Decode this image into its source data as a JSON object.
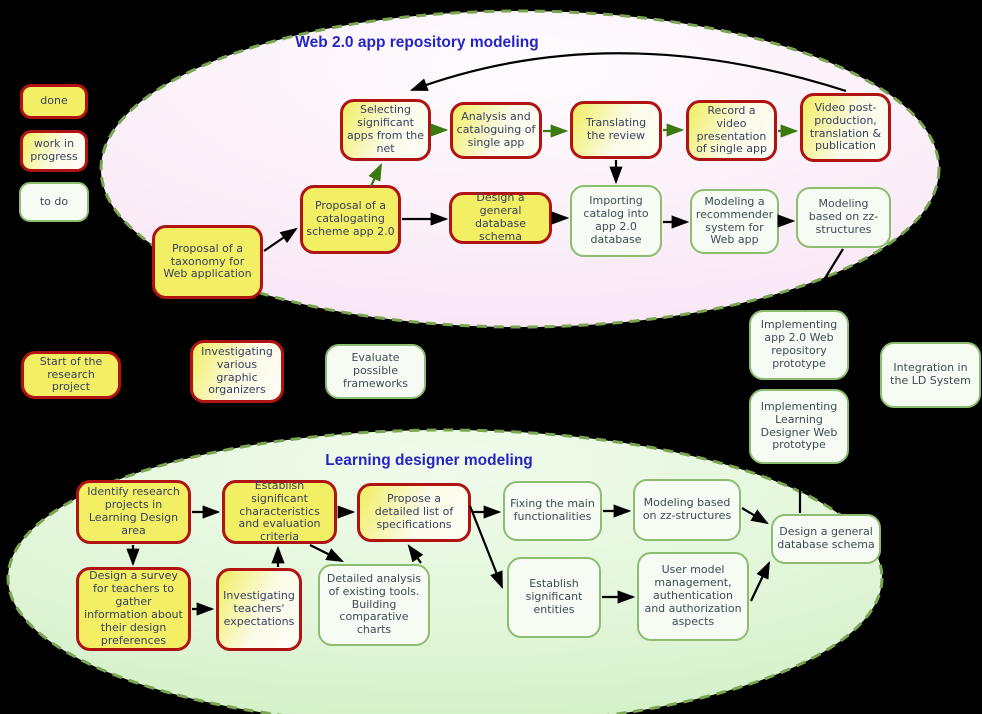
{
  "regions": {
    "web20": {
      "title": "Web 2.0 app repository modeling"
    },
    "ld": {
      "title": "Learning designer modeling"
    }
  },
  "legend": {
    "done": {
      "label": "done"
    },
    "wip": {
      "label": "work in progress"
    },
    "todo": {
      "label": "to do"
    }
  },
  "nodes": {
    "selecting": {
      "label": "Selecting significant apps from the net",
      "status": "work in progress"
    },
    "analysis": {
      "label": "Analysis and cataloguing of single app",
      "status": "work in progress"
    },
    "translating": {
      "label": "Translating the review",
      "status": "work in progress"
    },
    "record": {
      "label": "Record a video presentation of single app",
      "status": "work in progress"
    },
    "videopost": {
      "label": "Video post-production, translation & publication",
      "status": "work in progress"
    },
    "catalogating": {
      "label": "Proposal of a catalogating scheme app 2.0",
      "status": "done"
    },
    "designdb1": {
      "label": "Design a general database schema",
      "status": "done"
    },
    "importing": {
      "label": "Importing catalog into app 2.0 database",
      "status": "to do"
    },
    "recommender": {
      "label": "Modeling a recommender system for Web app",
      "status": "to do"
    },
    "modelingzz1": {
      "label": "Modeling based on zz-structures",
      "status": "to do"
    },
    "taxonomy": {
      "label": "Proposal of a taxonomy for Web application",
      "status": "done"
    },
    "start": {
      "label": "Start of the research project",
      "status": "done"
    },
    "invgraphic": {
      "label": "Investigating various graphic organizers",
      "status": "work in progress"
    },
    "evaluate": {
      "label": "Evaluate possible frameworks",
      "status": "to do"
    },
    "implapp": {
      "label": "Implementing app 2.0 Web repository prototype",
      "status": "to do"
    },
    "implld": {
      "label": "Implementing Learning Designer Web prototype",
      "status": "to do"
    },
    "integration": {
      "label": "Integration in the LD System",
      "status": "to do"
    },
    "identify": {
      "label": "Identify research projects in Learning Design area",
      "status": "done"
    },
    "establishchar": {
      "label": "Establish significant characteristics and evaluation criteria",
      "status": "done"
    },
    "propose": {
      "label": "Propose a detailed list of specifications",
      "status": "work in progress"
    },
    "fixing": {
      "label": "Fixing the main functionalities",
      "status": "to do"
    },
    "modelingzz2": {
      "label": "Modeling based on zz-structures",
      "status": "to do"
    },
    "designdb2": {
      "label": "Design a general database schema",
      "status": "to do"
    },
    "survey": {
      "label": "Design a survey for teachers to gather information about their design preferences",
      "status": "done"
    },
    "teachers": {
      "label": "Investigating teachers' expectations",
      "status": "work in progress"
    },
    "detailed": {
      "label": "Detailed analysis of existing tools. Building comparative charts",
      "status": "to do"
    },
    "entities": {
      "label": "Establish significant entities",
      "status": "to do"
    },
    "usermodel": {
      "label": "User model management, authentication and authorization aspects",
      "status": "to do"
    }
  },
  "colors": {
    "background": "#000000",
    "done_fill": "#f2ef65",
    "wip_fill_start": "#f1ee62",
    "wip_fill_end": "#fdfef5",
    "todo_fill": "#f6fcf3",
    "done_border": "#b11212",
    "todo_border": "#8cbd70",
    "ellipse_border": "#7aa551",
    "web20_ellipse_fill": "#f9e8f6",
    "ld_ellipse_fill": "#d9f3cf",
    "title_color": "#2525c4",
    "arrow_black": "#000000",
    "arrow_green": "#3a7a0e"
  }
}
